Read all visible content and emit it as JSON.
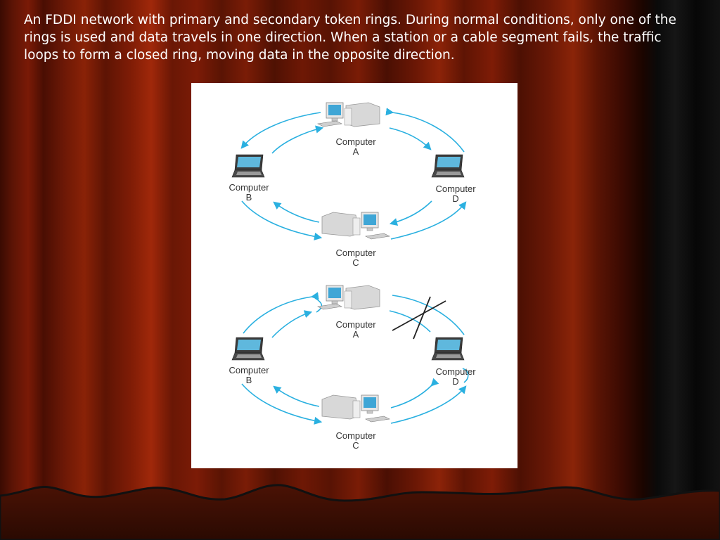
{
  "caption": "An FDDI network with primary and secondary token rings. During normal conditions, only one of the rings is used and data travels in one direction. When a station or a cable segment fails, the traffic loops to form a closed ring, moving data in the opposite direction.",
  "colors": {
    "ring": "#2ab0e0",
    "text": "#ffffff",
    "diagram_bg": "#ffffff"
  },
  "top_diagram": {
    "nodes": [
      {
        "name_line1": "Computer",
        "name_line2": "A",
        "type": "desktop"
      },
      {
        "name_line1": "Computer",
        "name_line2": "B",
        "type": "laptop"
      },
      {
        "name_line1": "Computer",
        "name_line2": "C",
        "type": "desktop"
      },
      {
        "name_line1": "Computer",
        "name_line2": "D",
        "type": "laptop"
      }
    ]
  },
  "bottom_diagram": {
    "nodes": [
      {
        "name_line1": "Computer",
        "name_line2": "A",
        "type": "desktop"
      },
      {
        "name_line1": "Computer",
        "name_line2": "B",
        "type": "laptop"
      },
      {
        "name_line1": "Computer",
        "name_line2": "C",
        "type": "desktop"
      },
      {
        "name_line1": "Computer",
        "name_line2": "D",
        "type": "laptop"
      }
    ]
  }
}
